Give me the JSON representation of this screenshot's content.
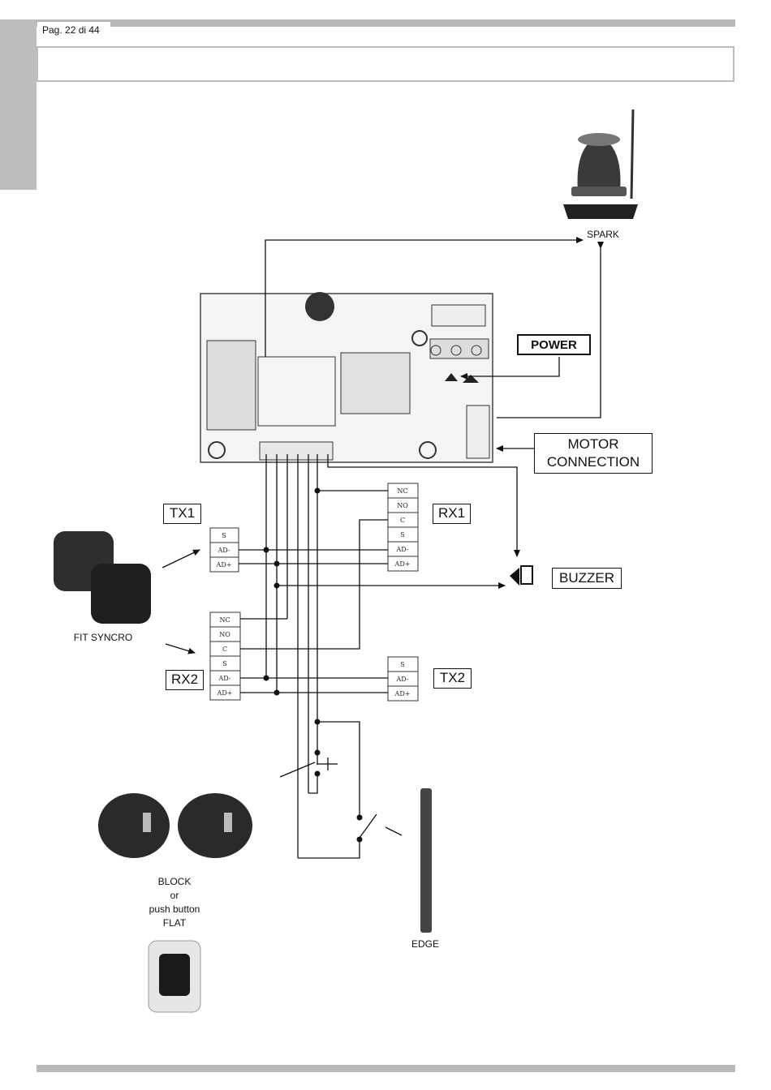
{
  "header": {
    "page_label": "Pag. 22 di 44"
  },
  "labels": {
    "spark": "SPARK",
    "power": "POWER",
    "motor_line1": "MOTOR",
    "motor_line2": "CONNECTION",
    "tx1": "TX1",
    "rx1": "RX1",
    "buzzer": "BUZZER",
    "rx2": "RX2",
    "tx2": "TX2",
    "fit_syncro": "FIT SYNCRO",
    "block_line1": "BLOCK",
    "block_line2": "or",
    "block_line3": "push button",
    "block_line4": "FLAT",
    "edge": "EDGE"
  },
  "terminals": {
    "tx1": [
      "S",
      "AD-",
      "AD+"
    ],
    "rx1": [
      "NC",
      "NO",
      "C",
      "S",
      "AD-",
      "AD+"
    ],
    "rx2": [
      "NC",
      "NO",
      "C",
      "S",
      "AD-",
      "AD+"
    ],
    "tx2": [
      "S",
      "AD-",
      "AD+"
    ]
  },
  "colors": {
    "line": "#111111",
    "bar": "#b9b9b9",
    "board": "#f4f4f4"
  }
}
